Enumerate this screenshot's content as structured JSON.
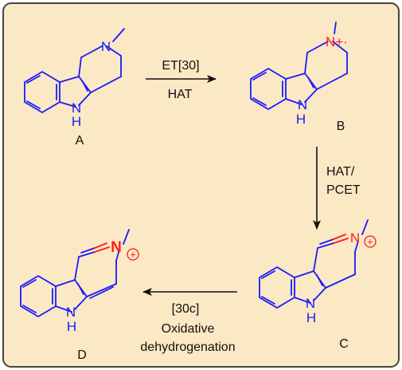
{
  "colors": {
    "panel_fill": "#fbe8c4",
    "panel_border": "#444444",
    "structure": "#1a1aff",
    "highlight": "#ff1a1a",
    "text": "#111111"
  },
  "compounds": {
    "A": {
      "label": "A",
      "nh": "N",
      "nh_h": "H",
      "amine": "N"
    },
    "B": {
      "label": "B",
      "nh": "N",
      "nh_h": "H",
      "radical_cation": "N+·"
    },
    "C": {
      "label": "C",
      "nh": "N",
      "nh_h": "H",
      "iminium": "N",
      "charge": "+"
    },
    "D": {
      "label": "D",
      "nh": "N",
      "nh_h": "H",
      "pyridinium": "N",
      "charge": "+"
    }
  },
  "arrows": {
    "a_to_b": {
      "above": "ET[30]",
      "below": "HAT"
    },
    "b_to_c": {
      "line1": "HAT/",
      "line2": "PCET"
    },
    "c_to_d": {
      "above": "[30c]",
      "below_line1": "Oxidative",
      "below_line2": "dehydrogenation"
    }
  }
}
